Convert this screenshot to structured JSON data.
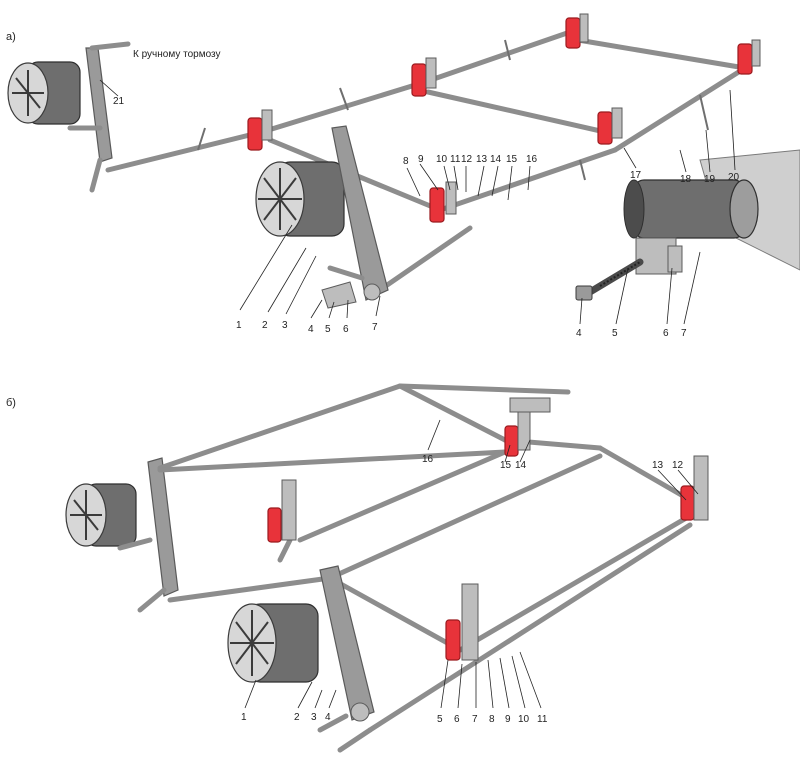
{
  "panel_a": {
    "tag": "а)",
    "handbrake_note": "К ручному тормозу",
    "callouts": [
      "1",
      "2",
      "3",
      "4",
      "5",
      "6",
      "7",
      "8",
      "9",
      "10",
      "11",
      "12",
      "13",
      "14",
      "15",
      "16",
      "17",
      "18",
      "19",
      "20",
      "21"
    ],
    "inset_callouts": [
      "4",
      "5",
      "6",
      "7"
    ]
  },
  "panel_b": {
    "tag": "б)",
    "callouts": [
      "1",
      "2",
      "3",
      "4",
      "5",
      "6",
      "7",
      "8",
      "9",
      "10",
      "11",
      "12",
      "13",
      "14",
      "15",
      "16"
    ]
  },
  "colors": {
    "brake_shoe": "#e8333a",
    "rod": "#8d8d8d",
    "cylinder": "#6e6e6e"
  }
}
